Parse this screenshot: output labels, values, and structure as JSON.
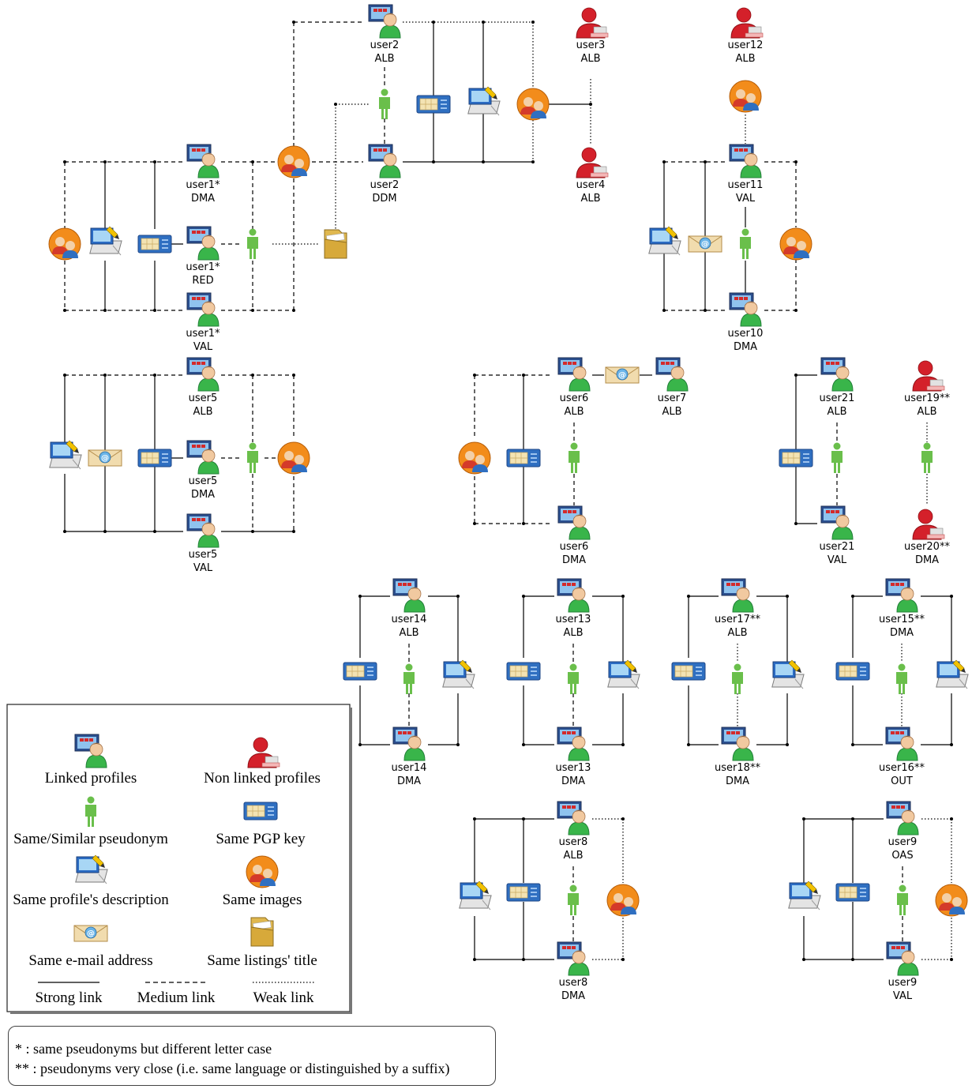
{
  "nodes": {
    "user2_alb": {
      "name": "user2",
      "sub": "ALB",
      "kind": "linked"
    },
    "user3_alb": {
      "name": "user3",
      "sub": "ALB",
      "kind": "nonlinked"
    },
    "user12_alb": {
      "name": "user12",
      "sub": "ALB",
      "kind": "nonlinked"
    },
    "user1_dma": {
      "name": "user1*",
      "sub": "DMA",
      "kind": "linked"
    },
    "user2_ddm": {
      "name": "user2",
      "sub": "DDM",
      "kind": "linked"
    },
    "user4_alb": {
      "name": "user4",
      "sub": "ALB",
      "kind": "nonlinked"
    },
    "user11_val": {
      "name": "user11",
      "sub": "VAL",
      "kind": "linked"
    },
    "user1_red": {
      "name": "user1*",
      "sub": "RED",
      "kind": "linked"
    },
    "user1_val": {
      "name": "user1*",
      "sub": "VAL",
      "kind": "linked"
    },
    "user10_dma": {
      "name": "user10",
      "sub": "DMA",
      "kind": "linked"
    },
    "user5_alb": {
      "name": "user5",
      "sub": "ALB",
      "kind": "linked"
    },
    "user5_dma": {
      "name": "user5",
      "sub": "DMA",
      "kind": "linked"
    },
    "user5_val": {
      "name": "user5",
      "sub": "VAL",
      "kind": "linked"
    },
    "user6_alb": {
      "name": "user6",
      "sub": "ALB",
      "kind": "linked"
    },
    "user7_alb": {
      "name": "user7",
      "sub": "ALB",
      "kind": "linked"
    },
    "user6_dma": {
      "name": "user6",
      "sub": "DMA",
      "kind": "linked"
    },
    "user21_alb": {
      "name": "user21",
      "sub": "ALB",
      "kind": "linked"
    },
    "user21_val": {
      "name": "user21",
      "sub": "VAL",
      "kind": "linked"
    },
    "user19_alb": {
      "name": "user19**",
      "sub": "ALB",
      "kind": "nonlinked"
    },
    "user20_dma": {
      "name": "user20**",
      "sub": "DMA",
      "kind": "nonlinked"
    },
    "user14_alb": {
      "name": "user14",
      "sub": "ALB",
      "kind": "linked"
    },
    "user14_dma": {
      "name": "user14",
      "sub": "DMA",
      "kind": "linked"
    },
    "user13_alb": {
      "name": "user13",
      "sub": "ALB",
      "kind": "linked"
    },
    "user13_dma": {
      "name": "user13",
      "sub": "DMA",
      "kind": "linked"
    },
    "user17_alb": {
      "name": "user17**",
      "sub": "ALB",
      "kind": "linked"
    },
    "user18_dma": {
      "name": "user18**",
      "sub": "DMA",
      "kind": "linked"
    },
    "user15_dma": {
      "name": "user15**",
      "sub": "DMA",
      "kind": "linked"
    },
    "user16_out": {
      "name": "user16**",
      "sub": "OUT",
      "kind": "linked"
    },
    "user8_alb": {
      "name": "user8",
      "sub": "ALB",
      "kind": "linked"
    },
    "user8_dma": {
      "name": "user8",
      "sub": "DMA",
      "kind": "linked"
    },
    "user9_oas": {
      "name": "user9",
      "sub": "OAS",
      "kind": "linked"
    },
    "user9_val": {
      "name": "user9",
      "sub": "VAL",
      "kind": "linked"
    }
  },
  "legend": {
    "linked_profiles": "Linked profiles",
    "non_linked_profiles": "Non linked profiles",
    "same_pseudonym": "Same/Similar pseudonym",
    "same_pgp_key": "Same PGP key",
    "same_description": "Same profile's description",
    "same_images": "Same images",
    "same_email": "Same e-mail address",
    "same_listings_title": "Same listings' title",
    "strong_link": "Strong link",
    "medium_link": "Medium link",
    "weak_link": "Weak link"
  },
  "notes": {
    "single_star": "* : same pseudonyms but different letter case",
    "double_star": "** : pseudonyms very close (i.e. same language or distinguished by a suffix)"
  },
  "colors": {
    "linked_shirt": "#39b54a",
    "nonlinked_shirt": "#d4202a",
    "pseudonym_figure": "#6abf4b",
    "pgp_key": "#2f6fc1",
    "images_circle": "#f28c1b",
    "email_envelope": "#e8c98a",
    "listing_folder": "#e0b84f",
    "link_line": "#000000"
  }
}
